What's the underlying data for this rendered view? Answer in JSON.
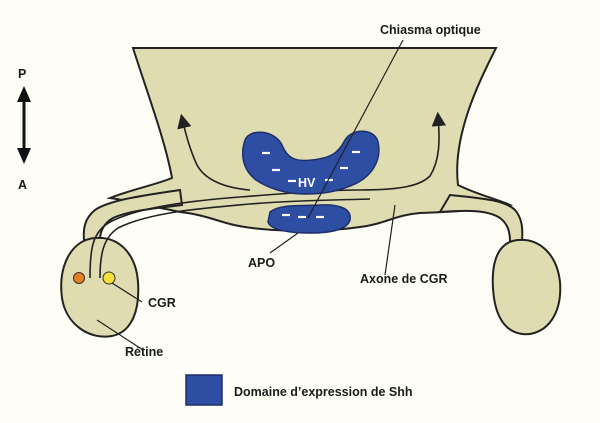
{
  "diagram": {
    "orientation": {
      "posterior": "P",
      "anterior": "A"
    },
    "labels": {
      "chiasma": "Chiasma optique",
      "hv": "HV",
      "apo": "APO",
      "axone": "Axone de CGR",
      "cgr": "CGR",
      "retine": "Rétine"
    },
    "legend": {
      "text": "Domaine d’expression de Shh",
      "color": "#2e4ea4"
    },
    "colors": {
      "tissue": "#dedcb0",
      "tissue_light": "#e6e4bf",
      "outline": "#222222",
      "shh_domain": "#2e4ea4",
      "cgr_orange": "#e8801e",
      "cgr_yellow": "#f5df38"
    }
  }
}
